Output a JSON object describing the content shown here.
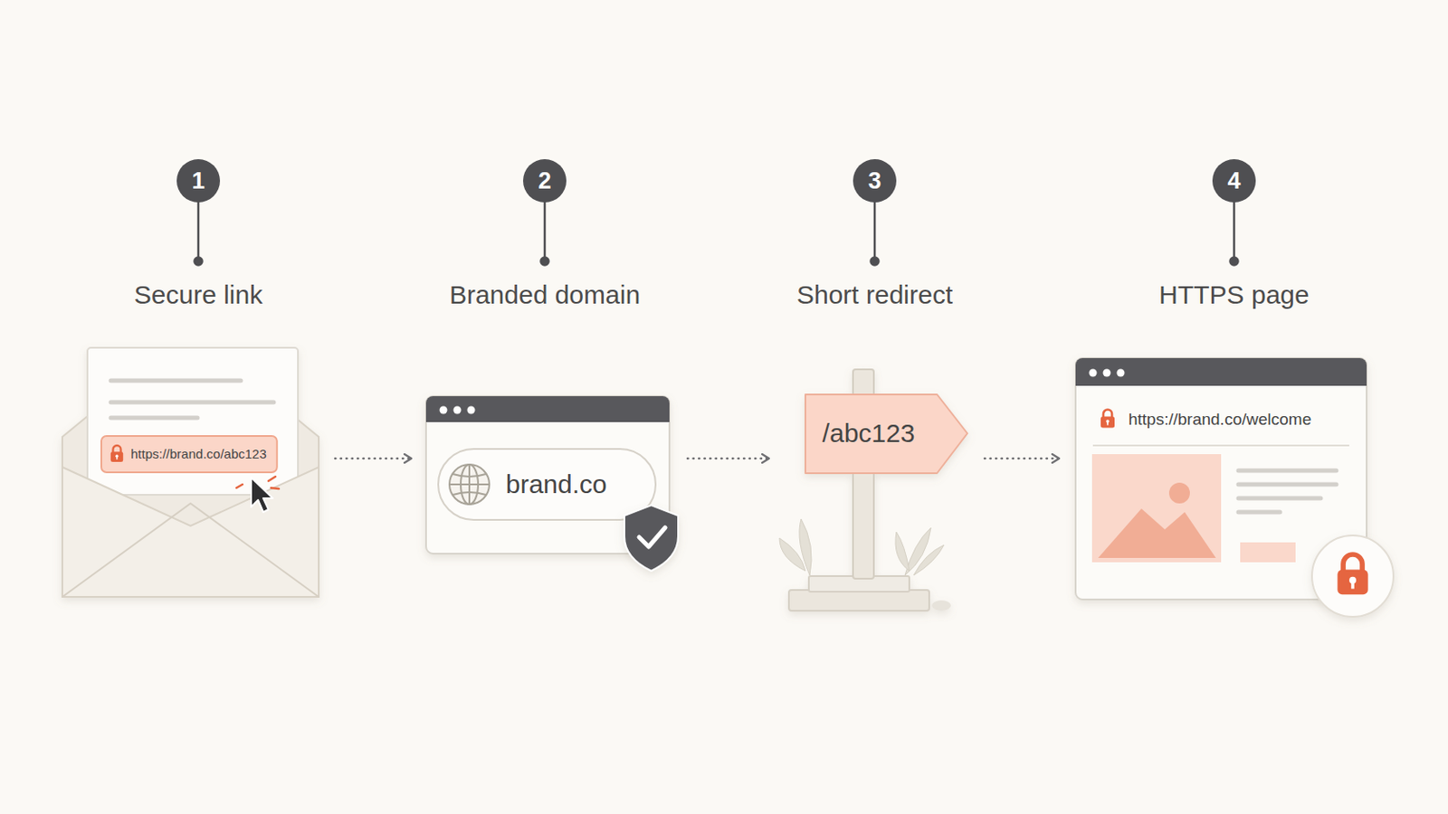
{
  "diagram": {
    "nodes": [
      {
        "text": [
          "Secure link",
          "https://brand.co/abc123"
        ]
      },
      {
        "text": [
          "Branded domain",
          "brand.co"
        ]
      },
      {
        "text": [
          "Short redirect",
          "/abc123"
        ]
      },
      {
        "text": [
          "HTTPS page",
          "https://brand.co/welcome"
        ]
      }
    ],
    "edges": [
      {
        "from": 0,
        "to": 1,
        "arrow": "to"
      },
      {
        "from": 1,
        "to": 2,
        "arrow": "to"
      },
      {
        "from": 2,
        "to": 3,
        "arrow": "to"
      }
    ],
    "labels": [
      "1",
      "2",
      "3",
      "4"
    ]
  }
}
